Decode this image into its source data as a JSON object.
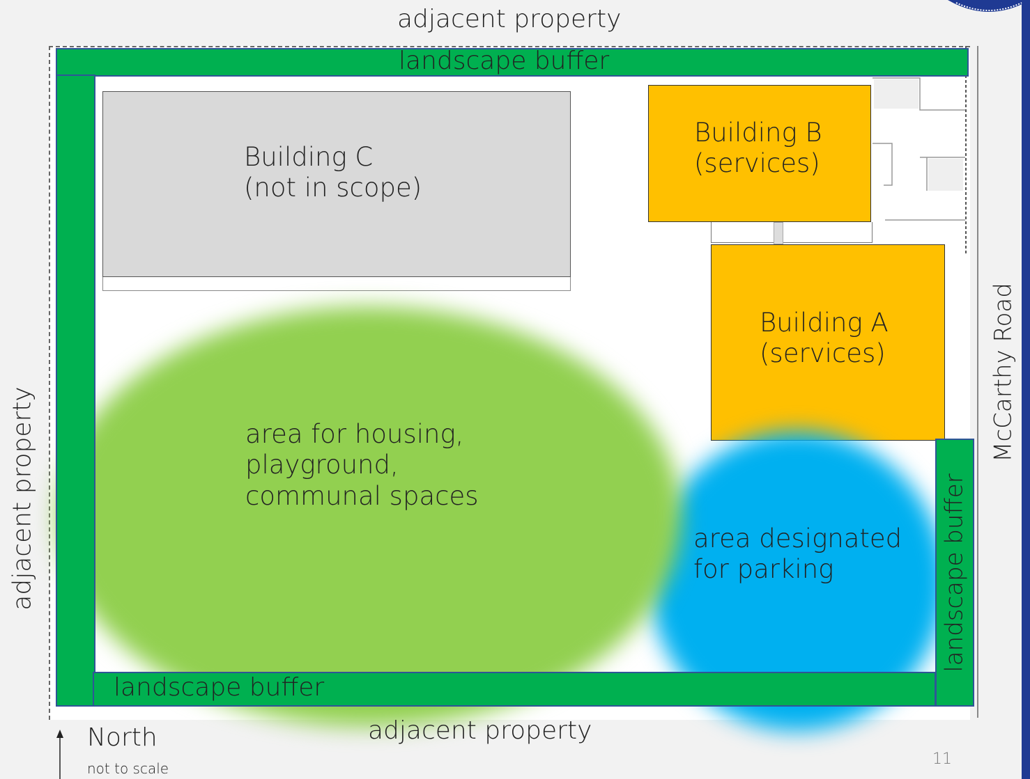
{
  "labels": {
    "adjacent_top": "adjacent property",
    "adjacent_bottom": "adjacent property",
    "adjacent_left": "adjacent property",
    "road_right": "McCarthy Road",
    "north": "North",
    "scale_note": "not to scale",
    "page_number": "11"
  },
  "buffers": {
    "top": "landscape buffer",
    "bottom": "landscape buffer",
    "right": "landscape buffer"
  },
  "buildings": {
    "c": "Building C\n(not in scope)",
    "b": "Building B\n(services)",
    "a": "Building A\n(services)"
  },
  "zones": {
    "housing": "area for housing,\nplayground,\ncommunal spaces",
    "parking": "area designated\nfor parking"
  },
  "colors": {
    "landscape_buffer": "#00b050",
    "buffer_border": "#2f5597",
    "housing_area": "#92d050",
    "parking_area": "#00b0f0",
    "services_building": "#ffc000",
    "out_of_scope_building": "#d9d9d9",
    "accent_bar": "#1f3a93"
  }
}
